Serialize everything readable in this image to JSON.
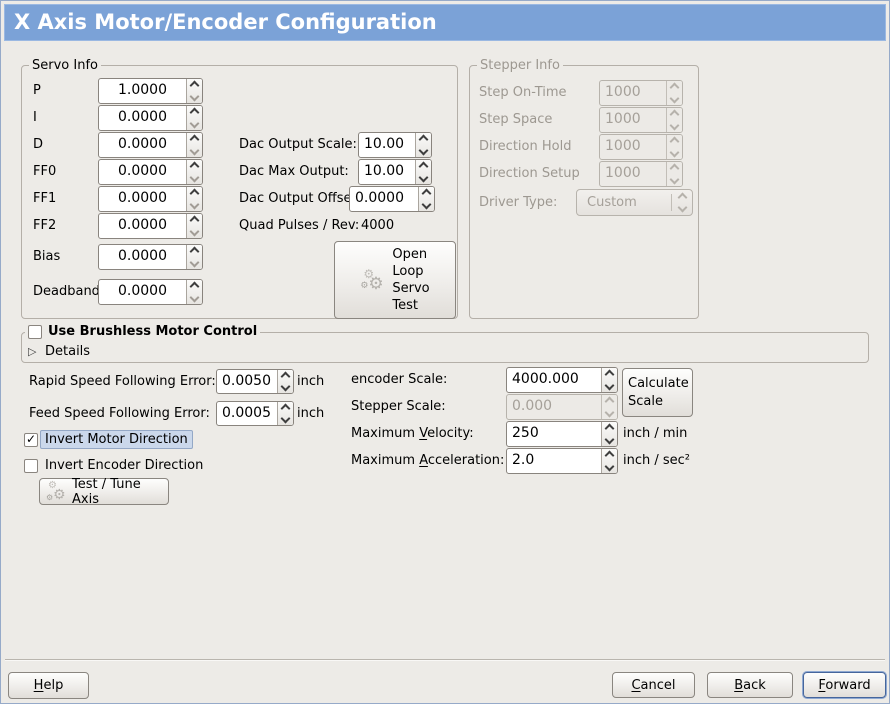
{
  "window": {
    "title": "X Axis Motor/Encoder Configuration"
  },
  "icons": {
    "check": "✓",
    "gear": "⚙",
    "expander": "▷"
  },
  "servo": {
    "legend": "Servo Info",
    "rows": [
      {
        "label": "P",
        "value": "1.0000"
      },
      {
        "label": "I",
        "value": "0.0000"
      },
      {
        "label": "D",
        "value": "0.0000"
      },
      {
        "label": "FF0",
        "value": "0.0000"
      },
      {
        "label": "FF1",
        "value": "0.0000"
      },
      {
        "label": "FF2",
        "value": "0.0000"
      },
      {
        "label": "Bias",
        "value": "0.0000"
      },
      {
        "label": "Deadband",
        "value": "0.0000"
      }
    ],
    "dac_rows": [
      {
        "label": "Dac Output Scale:",
        "value": "10.00"
      },
      {
        "label": "Dac Max Output:",
        "value": "10.00"
      },
      {
        "label": "Dac Output Offset:",
        "value": "0.0000"
      }
    ],
    "quad": {
      "label": "Quad Pulses / Rev:",
      "value": "4000"
    },
    "open_loop_button": "Open\nLoop\nServo\nTest"
  },
  "stepper": {
    "legend": "Stepper Info",
    "rows": [
      {
        "label": "Step On-Time",
        "value": "1000"
      },
      {
        "label": "Step Space",
        "value": "1000"
      },
      {
        "label": "Direction Hold",
        "value": "1000"
      },
      {
        "label": "Direction Setup",
        "value": "1000"
      }
    ],
    "driver_type": {
      "label": "Driver Type:",
      "value": "Custom"
    }
  },
  "brushless": {
    "checkbox_label": "Use Brushless Motor Control",
    "details_label": "Details"
  },
  "tuning": {
    "rapid": {
      "label": "Rapid Speed Following Error:",
      "value": "0.0050",
      "unit": "inch"
    },
    "feed": {
      "label": "Feed Speed Following Error:",
      "value": "0.0005",
      "unit": "inch"
    },
    "encoder_scale": {
      "label": "encoder Scale:",
      "value": "4000.000"
    },
    "stepper_scale": {
      "label": "Stepper Scale:",
      "value": "0.000"
    },
    "max_velocity": {
      "label_html": "Maximum <u>V</u>elocity:",
      "value": "250",
      "unit": "inch / min"
    },
    "max_accel": {
      "label_html": "Maximum <u>A</u>cceleration:",
      "value": "2.0",
      "unit": "inch / sec²"
    },
    "calculate_button": "Calculate\nScale",
    "invert_motor_label": "Invert Motor Direction",
    "invert_encoder_label": "Invert Encoder Direction",
    "test_tune_button": "Test / Tune Axis"
  },
  "footer": {
    "help_html": "<u>H</u>elp",
    "cancel_html": "<u>C</u>ancel",
    "back_html": "<u>B</u>ack",
    "forward_html": "<u>F</u>orward"
  }
}
